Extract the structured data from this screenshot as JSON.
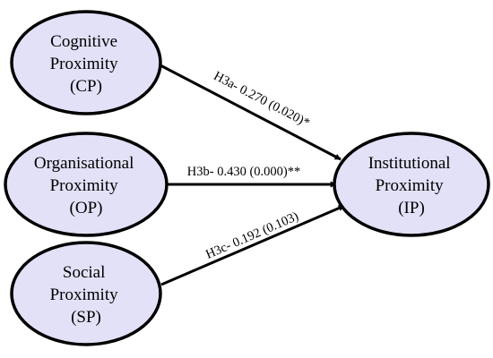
{
  "colors": {
    "node_fill": "#e2e1f7",
    "node_stroke": "#000000",
    "edge": "#000000",
    "background": "#ffffff"
  },
  "nodes": {
    "cp": {
      "lines": [
        "Cognitive",
        "Proximity",
        "(CP)"
      ]
    },
    "op": {
      "lines": [
        "Organisational",
        "Proximity",
        "(OP)"
      ]
    },
    "sp": {
      "lines": [
        "Social",
        "Proximity",
        "(SP)"
      ]
    },
    "ip": {
      "lines": [
        "Institutional",
        "Proximity",
        "(IP)"
      ]
    }
  },
  "edges": {
    "h3a": {
      "from": "cp",
      "to": "ip",
      "label": "H3a- 0.270 (0.020)*"
    },
    "h3b": {
      "from": "op",
      "to": "ip",
      "label": "H3b- 0.430 (0.000)**"
    },
    "h3c": {
      "from": "sp",
      "to": "ip",
      "label": "H3c- 0.192 (0.103)"
    }
  }
}
